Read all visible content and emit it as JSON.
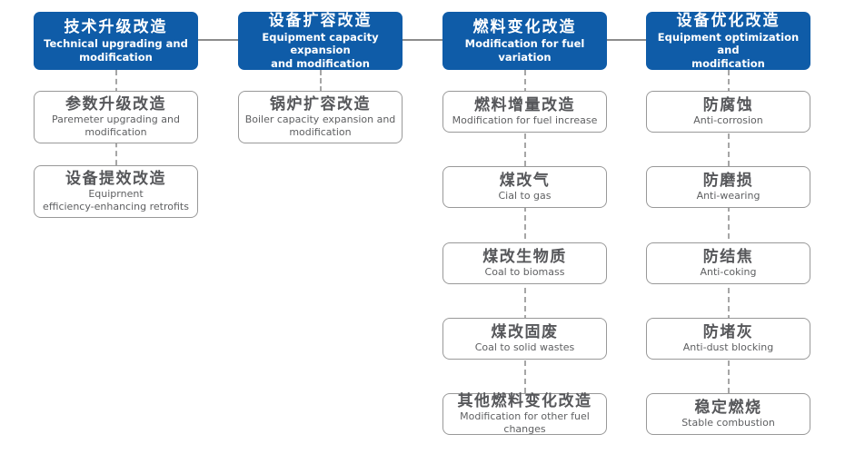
{
  "diagram": {
    "title": "Boiler modification classification diagram",
    "colors": {
      "header_bg": "#0f5ca8",
      "header_text": "#ffffff",
      "box_border": "#999999",
      "box_title": "#56575a",
      "box_subtitle": "#5e5f61",
      "connector_solid": "#8c8c8c",
      "connector_dashed": "#a6a6a6"
    },
    "columns": [
      {
        "header": {
          "zh": "技术升级改造",
          "en": "Technical upgrading and\nmodification"
        },
        "children": [
          {
            "zh": "参数升级改造",
            "en": "Paremeter upgrading and\nmodification"
          },
          {
            "zh": "设备提效改造",
            "en": "Equiprnent\nefficiency-enhancing retrofits"
          }
        ]
      },
      {
        "header": {
          "zh": "设备扩容改造",
          "en": "Equipment capacity expansion\nand modification"
        },
        "children": [
          {
            "zh": "锅炉扩容改造",
            "en": "Boiler capacity expansion and\nmodification"
          }
        ]
      },
      {
        "header": {
          "zh": "燃料变化改造",
          "en": "Modification for fuel variation"
        },
        "children": [
          {
            "zh": "燃料增量改造",
            "en": "Modification for fuel increase"
          },
          {
            "zh": "煤改气",
            "en": "Cial to gas"
          },
          {
            "zh": "煤改生物质",
            "en": "Coal to biomass"
          },
          {
            "zh": "煤改固废",
            "en": "Coal to solid wastes"
          },
          {
            "zh": "其他燃料变化改造",
            "en": "Modification for other fuel changes"
          }
        ]
      },
      {
        "header": {
          "zh": "设备优化改造",
          "en": "Equipment optimization and\nmodification"
        },
        "children": [
          {
            "zh": "防腐蚀",
            "en": "Anti-corrosion"
          },
          {
            "zh": "防磨损",
            "en": "Anti-wearing"
          },
          {
            "zh": "防结焦",
            "en": "Anti-coking"
          },
          {
            "zh": "防堵灰",
            "en": "Anti-dust blocking"
          },
          {
            "zh": "稳定燃烧",
            "en": "Stable combustion"
          }
        ]
      }
    ]
  }
}
